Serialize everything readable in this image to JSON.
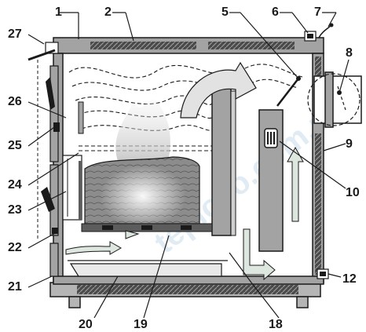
{
  "diagram": {
    "callouts": [
      "1",
      "2",
      "5",
      "6",
      "7",
      "8",
      "9",
      "10",
      "12",
      "18",
      "19",
      "20",
      "21",
      "22",
      "23",
      "24",
      "25",
      "26",
      "27"
    ]
  },
  "watermark": {
    "text": "teplovo.com.ua"
  },
  "colors": {
    "body_gray": "#a3a3a3",
    "insulation": "#3c3c3c",
    "flow_arrow": "#d8e2dc",
    "ash_pan": "#e9e9e9",
    "stroke": "#1a1a1a"
  }
}
